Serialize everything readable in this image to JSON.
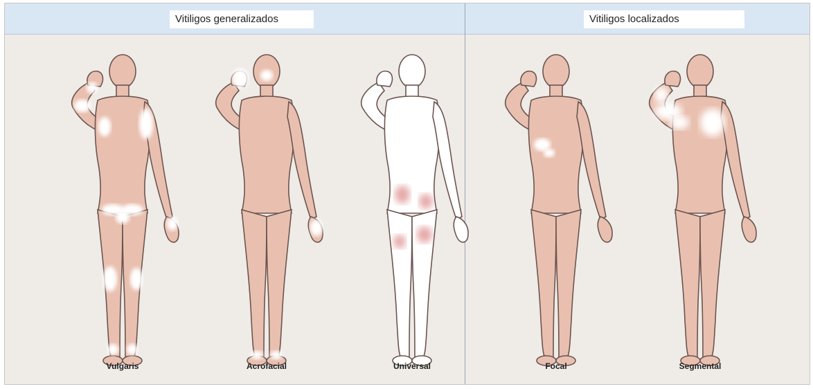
{
  "groups": {
    "generalized": "Vitiligos generalizados",
    "localized": "Vitiligos localizados"
  },
  "figures": [
    {
      "label": "Vulgaris",
      "variant": "vulgaris"
    },
    {
      "label": "Acrofacial",
      "variant": "acrofacial"
    },
    {
      "label": "Universal",
      "variant": "universal"
    },
    {
      "label": "Focal",
      "variant": "focal"
    },
    {
      "label": "Segmental",
      "variant": "segmental"
    }
  ],
  "colors": {
    "skin": "#e9c0b0",
    "outline": "#6b5550",
    "depigmented": "#ffffff",
    "residual_pigment": "#e6a9a9",
    "header": "#d9e6f4",
    "background": "#efebe7"
  }
}
